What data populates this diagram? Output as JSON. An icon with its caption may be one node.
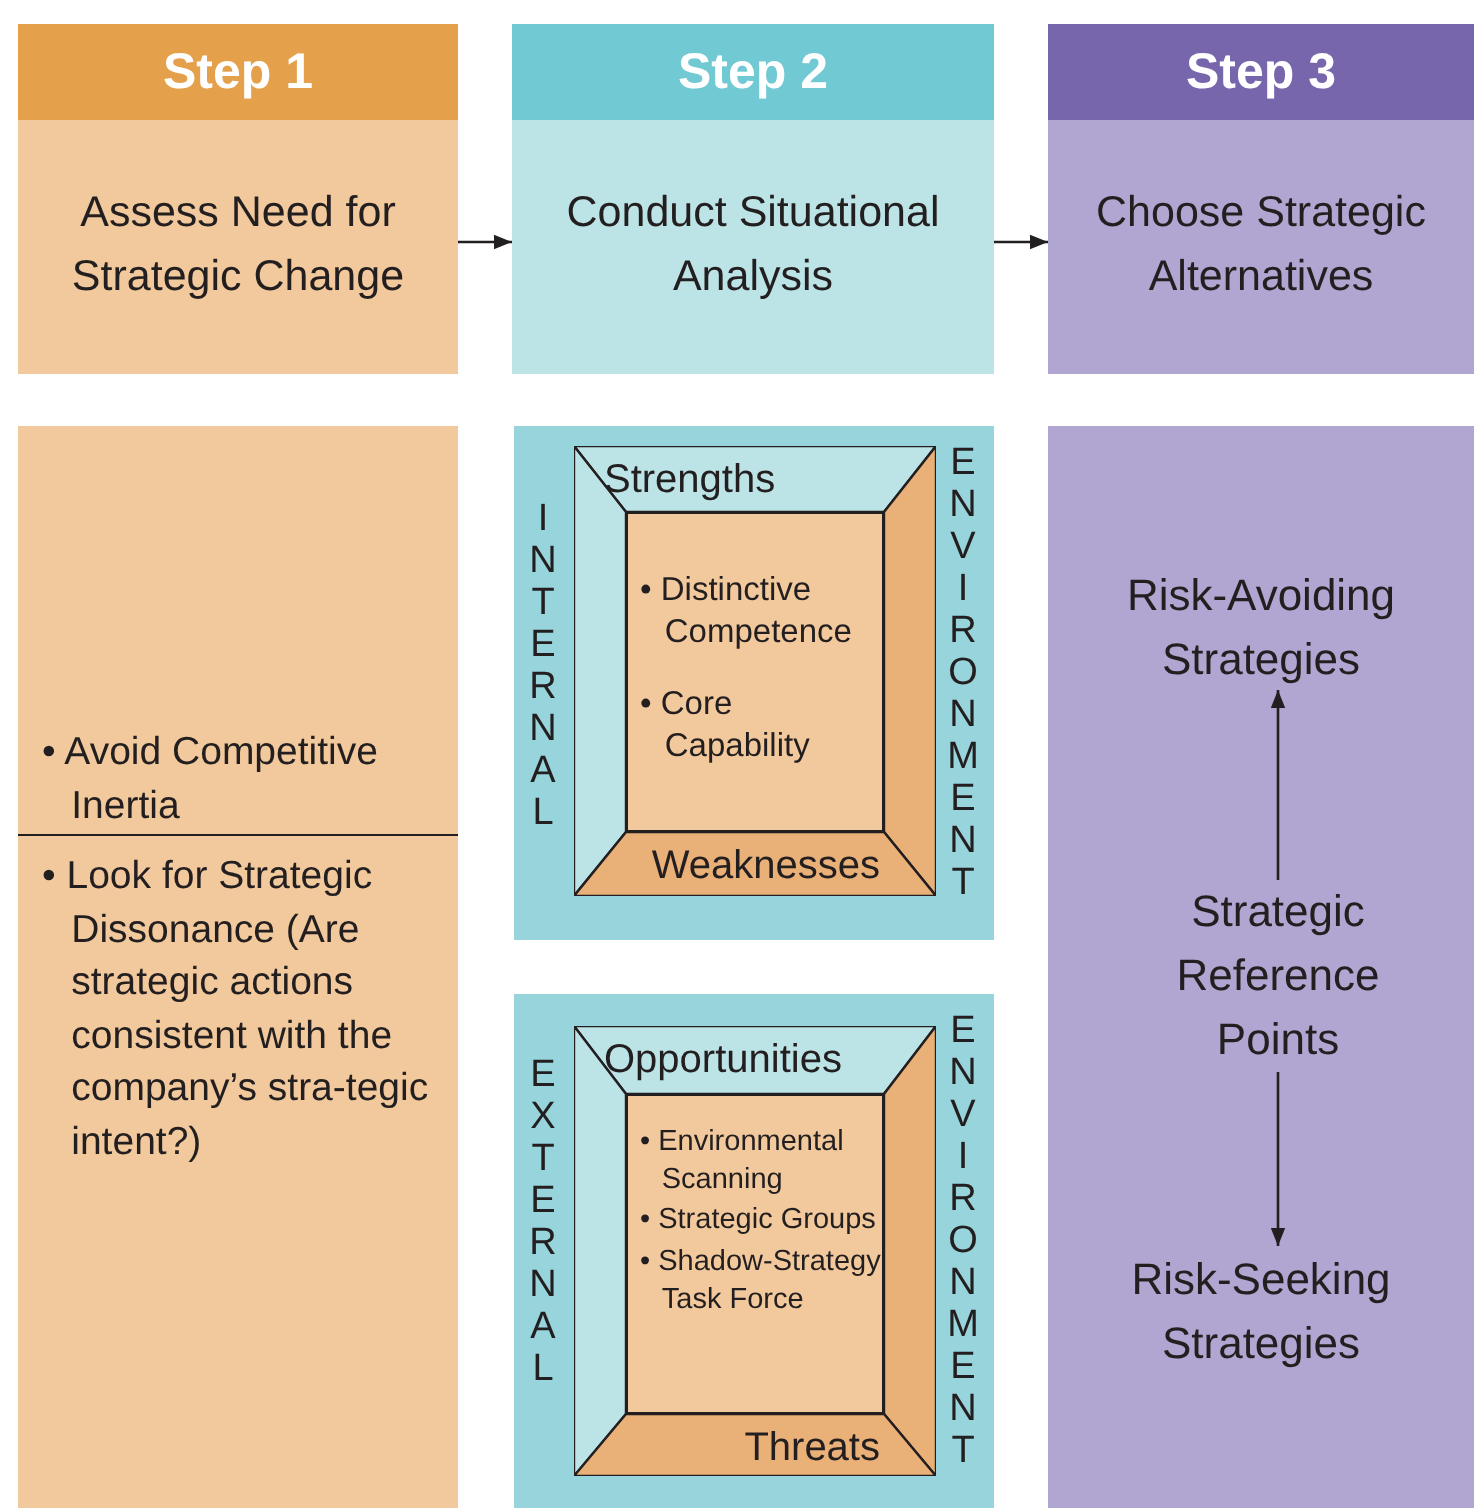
{
  "diagram": {
    "nodes": [
      {
        "text": [
          "Step 1",
          "Assess Need for Strategic Change"
        ]
      },
      {
        "text": [
          "Step 2",
          "Conduct Situational Analysis"
        ]
      },
      {
        "text": [
          "Step 3",
          "Choose Strategic Alternatives"
        ]
      },
      {
        "text": [
          "• Avoid Competitive Inertia",
          "• Look for Strategic Dissonance (Are strategic actions consistent with the company’s stra-tegic intent?)"
        ]
      },
      {
        "text": [
          "INTERNAL",
          "ENVIRONMENT"
        ]
      },
      {
        "text": [
          "Strengths",
          "Weaknesses"
        ],
        "in": 4
      },
      {
        "text": [
          "• Distinctive Competence",
          "• Core Capability"
        ],
        "in": 5
      },
      {
        "text": [
          "EXTERNAL",
          "ENVIRONMENT"
        ]
      },
      {
        "text": [
          "Opportunities",
          "Threats"
        ],
        "in": 7
      },
      {
        "text": [
          "• Environmental Scanning",
          "• Strategic Groups",
          "• Shadow-Strategy Task Force"
        ],
        "in": 8
      },
      {
        "text": [],
        "shape": "box"
      },
      {
        "text": [
          "Risk-Avoiding Strategies"
        ],
        "in": 10
      },
      {
        "text": [
          "Strategic Reference Points"
        ],
        "in": 10
      },
      {
        "text": [
          "Risk-Seeking Strategies"
        ],
        "in": 10
      }
    ],
    "edges": [
      {
        "from": 0,
        "to": 1,
        "arrow": "to"
      },
      {
        "from": 1,
        "to": 2,
        "arrow": "to"
      },
      {
        "from": 12,
        "to": 11,
        "arrow": "to"
      },
      {
        "from": 12,
        "to": 13,
        "arrow": "to"
      }
    ]
  }
}
